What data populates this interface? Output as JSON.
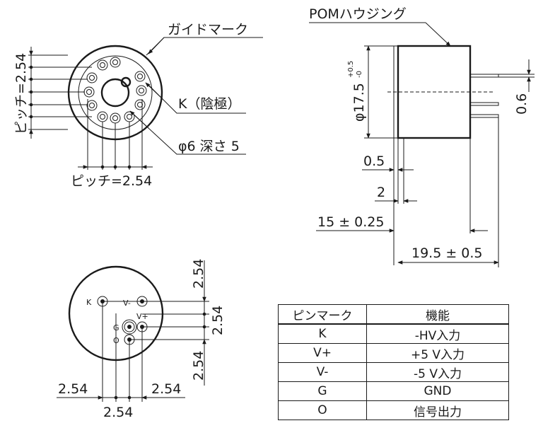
{
  "front_view": {
    "guide_mark_label": "ガイドマーク",
    "cathode_label": "K（陰極）",
    "hole_label": "φ6 深さ 5",
    "pitch_vertical": "ピッチ=2.54",
    "pitch_horizontal": "ピッチ=2.54"
  },
  "side_view": {
    "housing_label": "POMハウジング",
    "diameter_label": "φ17.5",
    "diameter_tol_plus": "+0.5",
    "diameter_tol_minus": "-0",
    "pin_dia": "0.6",
    "dim_05": "0.5",
    "dim_2": "2",
    "dim_15": "15 ± 0.25",
    "dim_195": "19.5 ± 0.5"
  },
  "bottom_view": {
    "pin_k": "K",
    "pin_vminus": "V-",
    "pin_vplus": "V+",
    "pin_g": "G",
    "pin_o": "O",
    "dim_top": "2.54",
    "dim_right": "2.54",
    "dim_lower": "2.54",
    "dim_left": "2.54",
    "dim_right_bottom": "2.54",
    "dim_bottom": "2.54"
  },
  "table": {
    "headers": [
      "ピンマーク",
      "機能"
    ],
    "rows": [
      {
        "mark": "K",
        "function": "-HV入力"
      },
      {
        "mark": "V+",
        "function": "+5 V入力"
      },
      {
        "mark": "V-",
        "function": "-5 V入力"
      },
      {
        "mark": "G",
        "function": "GND"
      },
      {
        "mark": "O",
        "function": "信号出力"
      }
    ]
  }
}
